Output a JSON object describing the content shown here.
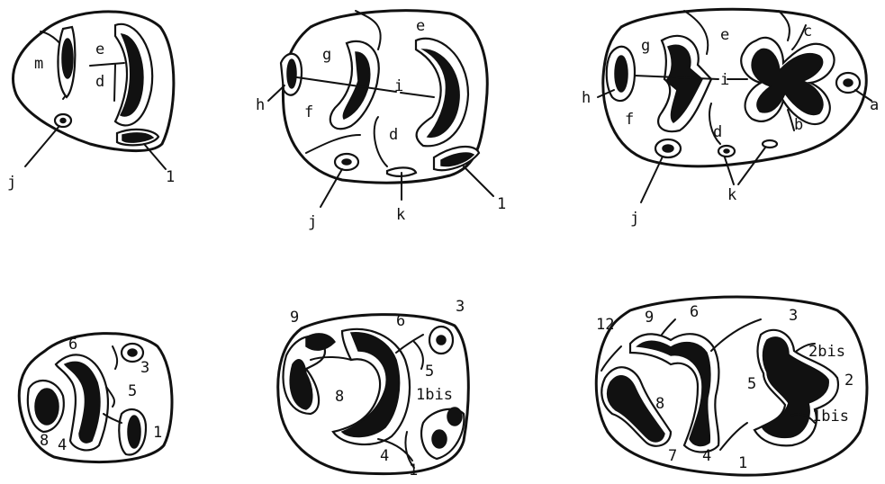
{
  "top_row": {
    "tooth_1": {
      "labels": [
        "m",
        "e",
        "d",
        "j",
        "1"
      ]
    },
    "tooth_2": {
      "labels": [
        "g",
        "e",
        "h",
        "i",
        "f",
        "d",
        "j",
        "k",
        "1"
      ]
    },
    "tooth_3": {
      "labels": [
        "g",
        "e",
        "c",
        "h",
        "i",
        "a",
        "f",
        "d",
        "b",
        "j",
        "k"
      ]
    }
  },
  "bottom_row": {
    "tooth_1": {
      "labels": [
        "6",
        "3",
        "5",
        "8",
        "4",
        "1"
      ]
    },
    "tooth_2": {
      "labels": [
        "9",
        "6",
        "3",
        "5",
        "8",
        "1bis",
        "4",
        "1"
      ]
    },
    "tooth_3": {
      "labels": [
        "12",
        "9",
        "6",
        "3",
        "2bis",
        "5",
        "2",
        "8",
        "1bis",
        "7",
        "4",
        "1"
      ]
    }
  }
}
